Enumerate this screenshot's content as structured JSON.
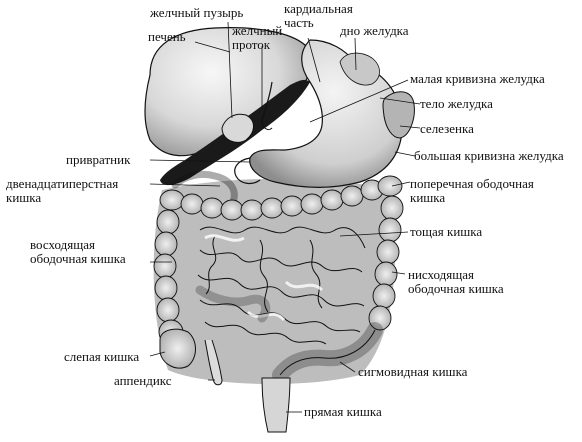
{
  "diagram": {
    "labels": {
      "gallbladder": "желчный пузырь",
      "liver": "печень",
      "bile_duct": "желчный\nпроток",
      "cardia": "кардиальная\nчасть",
      "fundus": "дно желудка",
      "lesser_curvature": "малая кривизна желудка",
      "stomach_body": "тело желудка",
      "spleen": "селезенка",
      "pylorus": "привратник",
      "greater_curvature": "большая кривизна желудка",
      "duodenum": "двенадцатиперстная\nкишка",
      "transverse_colon": "поперечная ободочная\nкишка",
      "jejunum": "тощая кишка",
      "ascending_colon": "восходящая\nободочная кишка",
      "descending_colon": "нисходящая\nободочная кишка",
      "cecum": "слепая кишка",
      "appendix": "аппендикс",
      "sigmoid_colon": "сигмовидная кишка",
      "rectum": "прямая кишка"
    },
    "colors": {
      "ink": "#111111",
      "organ_fill": "#dcdcdc",
      "organ_light": "#f2f2f2",
      "shadow": "#1a1a1a"
    }
  }
}
